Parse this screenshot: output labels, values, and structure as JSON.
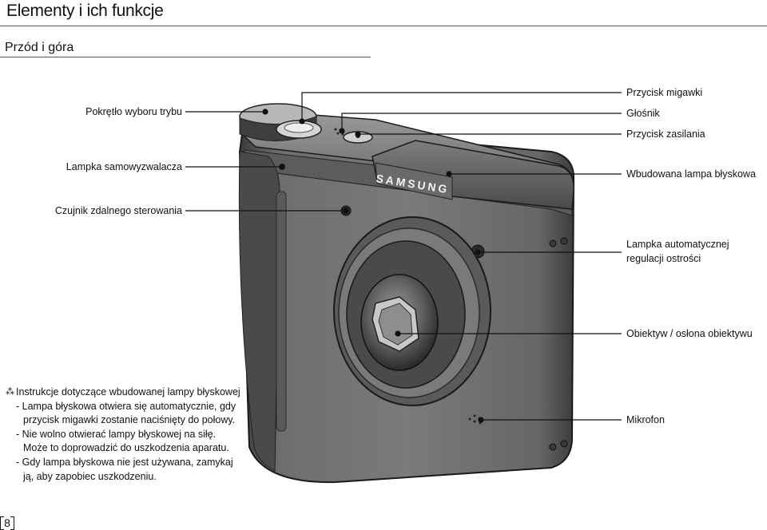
{
  "header": {
    "title": "Elementy i ich funkcje",
    "section": "Przód i góra"
  },
  "labels": {
    "mode_dial": "Pokrętło wyboru trybu",
    "self_timer_lamp": "Lampka samowyzwalacza",
    "remote_sensor": "Czujnik zdalnego sterowania",
    "shutter_button": "Przycisk migawki",
    "speaker": "Głośnik",
    "power_button": "Przycisk zasilania",
    "flash": "Wbudowana lampa błyskowa",
    "af_lamp_line1": "Lampka automatycznej",
    "af_lamp_line2": "regulacji ostrości",
    "lens": "Obiektyw / osłona obiektywu",
    "microphone": "Mikrofon"
  },
  "camera": {
    "brand": "SAMSUNG"
  },
  "notes": {
    "symbol": "⁂",
    "heading": "Instrukcje dotyczące wbudowanej lampy błyskowej",
    "lines": [
      "- Lampa błyskowa otwiera się automatycznie, gdy",
      "  przycisk migawki zostanie naciśnięty do połowy.",
      "- Nie wolno otwierać lampy błyskowej na siłę.",
      "  Może to doprowadzić do uszkodzenia aparatu.",
      "- Gdy lampa błyskowa nie jest używana, zamykaj",
      "  ją, aby zapobiec uszkodzeniu."
    ]
  },
  "footer": {
    "page_number": "8"
  }
}
